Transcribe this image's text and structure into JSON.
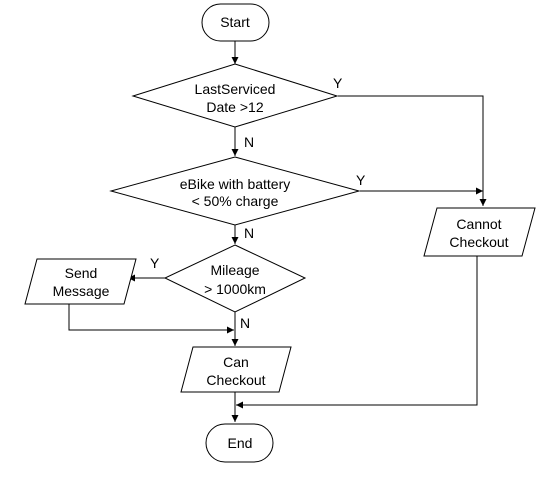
{
  "diagram": {
    "nodes": {
      "start": {
        "lines": [
          "Start"
        ],
        "shape": "terminator"
      },
      "decision_service": {
        "lines": [
          "LastServiced",
          "Date >12"
        ],
        "shape": "decision"
      },
      "decision_battery": {
        "lines": [
          "eBike with battery",
          "< 50% charge"
        ],
        "shape": "decision"
      },
      "decision_mileage": {
        "lines": [
          "Mileage",
          "> 1000km"
        ],
        "shape": "decision"
      },
      "send_message": {
        "lines": [
          "Send",
          "Message"
        ],
        "shape": "data"
      },
      "can_checkout": {
        "lines": [
          "Can",
          "Checkout"
        ],
        "shape": "data"
      },
      "cannot_checkout": {
        "lines": [
          "Cannot",
          "Checkout"
        ],
        "shape": "data"
      },
      "end": {
        "lines": [
          "End"
        ],
        "shape": "terminator"
      }
    },
    "branch_labels": {
      "service_yes": "Y",
      "service_no": "N",
      "battery_yes": "Y",
      "battery_no": "N",
      "mileage_yes": "Y",
      "mileage_no": "N"
    }
  }
}
